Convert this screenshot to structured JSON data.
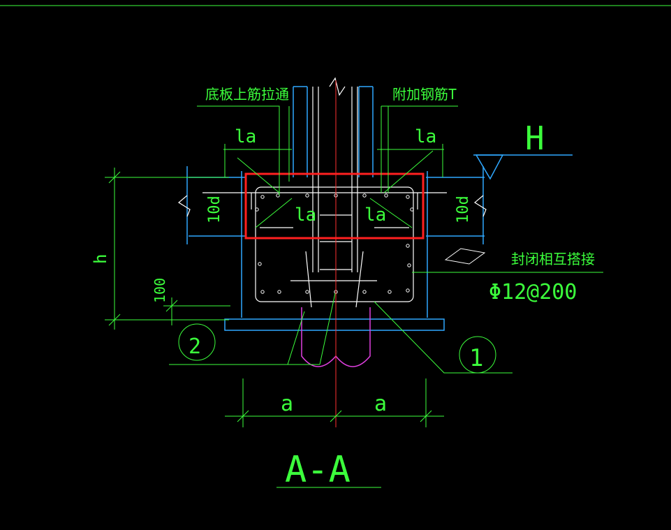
{
  "drawing": {
    "labels": {
      "top_rebar_through": "底板上筋拉通",
      "additional_rebar": "附加钢筋T",
      "closed_lap": "封闭相互搭接",
      "stirrup_spec": "Φ12@200",
      "anchor_la_left_top": "la",
      "anchor_la_right_top": "la",
      "anchor_la_left_inner": "la",
      "anchor_la_right_inner": "la",
      "slab_thickness_left": "10d",
      "slab_thickness_right": "10d",
      "height": "h",
      "cushion": "100",
      "elevation_mark": "H",
      "dim_a_left": "a",
      "dim_a_right": "a",
      "callout_1": "1",
      "callout_2": "2",
      "section_title": "A-A"
    },
    "colors": {
      "background": "#000000",
      "annotation": "#3cff3c",
      "structure": "#2fa8ff",
      "rebar": "#ffffff",
      "centerline": "#ff3030",
      "pile": "#e040e0",
      "highlight": "#ff2020"
    }
  }
}
